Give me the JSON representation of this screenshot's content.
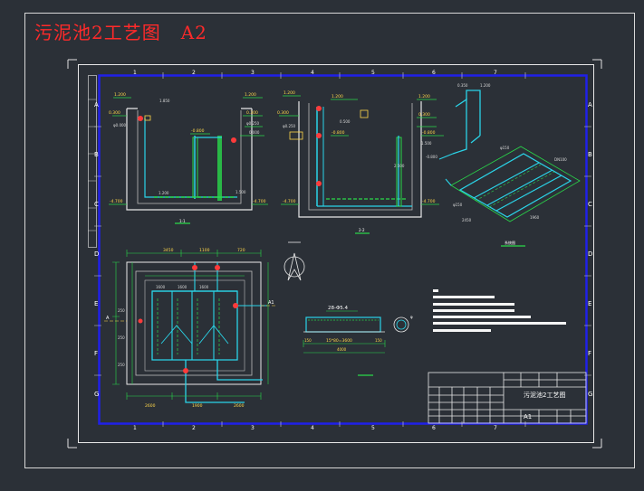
{
  "drawing": {
    "title": "污泥池2工艺图",
    "sheet_size": "A2"
  },
  "grid": {
    "columns": [
      "1",
      "2",
      "3",
      "4",
      "5",
      "6",
      "7"
    ],
    "rows": [
      "A",
      "B",
      "C",
      "D",
      "E",
      "F",
      "G"
    ]
  },
  "section": {
    "top_elevations_left": [
      "1.200",
      "0.300"
    ],
    "top_elevations_right": [
      "1.200",
      "0.300"
    ],
    "water_level_1": "-0.800",
    "water_level_2": "-0.800",
    "bottom_elevation_left": "-4.700",
    "bottom_elevation_right": "-4.700",
    "bottom_elevation_mid": "-4.700",
    "bottom_elevation_mid2": "-4.700"
  },
  "plan": {
    "dims_top": [
      "3450",
      "1100",
      "720"
    ],
    "dims_inner": [
      "1600",
      "1600",
      "1600"
    ],
    "dims_bottom": [
      "2600",
      "1900",
      "2600"
    ],
    "left_dims": [
      "250",
      "250",
      "250"
    ],
    "section_mark": "A1",
    "section_mark_left": "A"
  },
  "detail": {
    "rebar_label": "28-Φ5.4",
    "dim_label": "15*80=3600",
    "left_dim": "150",
    "right_dim": "150",
    "overall": "4000"
  },
  "title_block": {
    "drawing_name": "污泥池2工艺图",
    "scale": "A1"
  }
}
